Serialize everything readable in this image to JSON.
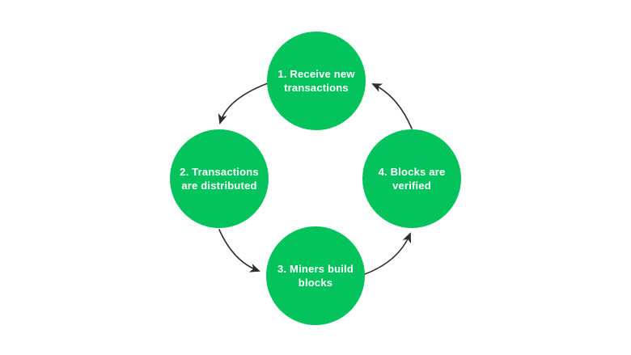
{
  "diagram": {
    "type": "cycle",
    "node_color": "#05c35c",
    "label_color": "#ffffff",
    "arrow_color": "#2d2d2d",
    "background_color": "#ffffff",
    "nodes": [
      {
        "id": "1",
        "position": "top",
        "label": "1. Receive new\ntransactions"
      },
      {
        "id": "2",
        "position": "left",
        "label": "2. Transactions\nare distributed"
      },
      {
        "id": "3",
        "position": "bottom",
        "label": "3. Miners build\nblocks"
      },
      {
        "id": "4",
        "position": "right",
        "label": "4. Blocks are\nverified"
      }
    ],
    "arrows": [
      {
        "from": "1",
        "to": "2"
      },
      {
        "from": "2",
        "to": "3"
      },
      {
        "from": "3",
        "to": "4"
      },
      {
        "from": "4",
        "to": "1"
      }
    ]
  }
}
